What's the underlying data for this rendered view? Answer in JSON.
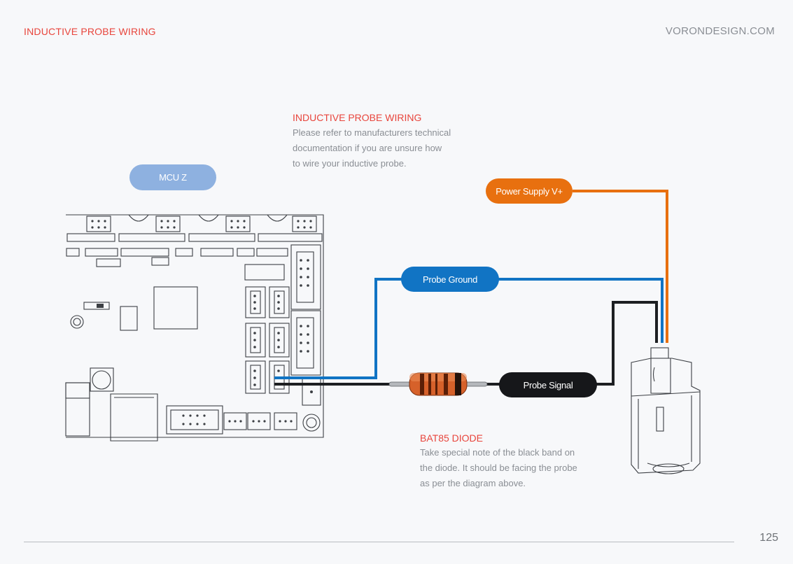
{
  "header": {
    "section_title": "INDUCTIVE PROBE WIRING",
    "site": "VORONDESIGN.COM"
  },
  "notes": {
    "wiring": {
      "title": "INDUCTIVE PROBE WIRING",
      "body": "Please refer to manufacturers technical\ndocumentation if you are unsure how\nto wire your inductive probe."
    },
    "diode": {
      "title": "BAT85 DIODE",
      "body": "Take special note of the black band on\nthe diode. It should be facing the probe\nas per the diagram above."
    }
  },
  "labels": {
    "mcu": "MCU Z",
    "power": "Power Supply V+",
    "ground": "Probe Ground",
    "signal": "Probe Signal"
  },
  "colors": {
    "accent_red": "#e8453c",
    "mcu_pill": "#8eb1e0",
    "power_wire": "#e8700f",
    "ground_wire": "#1174c4",
    "signal_wire": "#1d1f22",
    "diode_body": "#d6612a"
  },
  "footer": {
    "page_number": "125"
  }
}
